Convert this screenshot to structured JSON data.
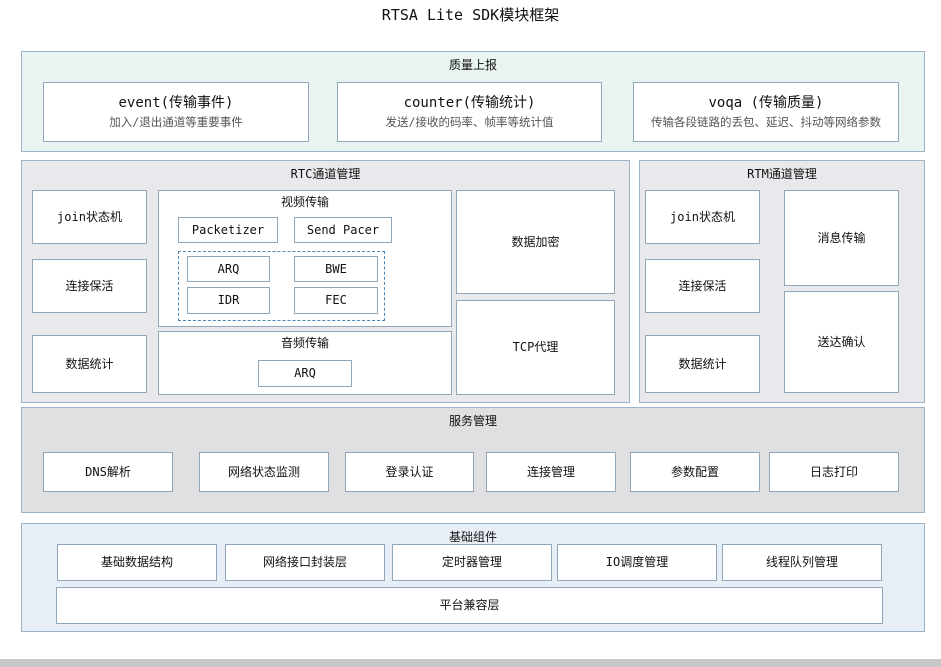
{
  "title": "RTSA Lite SDK模块框架",
  "quality": {
    "title": "质量上报",
    "items": [
      {
        "name": "event(传输事件)",
        "desc": "加入/退出通道等重要事件"
      },
      {
        "name": "counter(传输统计)",
        "desc": "发送/接收的码率、帧率等统计值"
      },
      {
        "name": "voqa (传输质量)",
        "desc": "传输各段链路的丢包、延迟、抖动等网络参数"
      }
    ]
  },
  "rtc": {
    "title": "RTC通道管理",
    "left": [
      "join状态机",
      "连接保活",
      "数据统计"
    ],
    "video": {
      "title": "视频传输",
      "top": [
        "Packetizer",
        "Send Pacer"
      ],
      "grid": [
        "ARQ",
        "BWE",
        "IDR",
        "FEC"
      ]
    },
    "audio": {
      "title": "音频传输",
      "item": "ARQ"
    },
    "right": [
      "数据加密",
      "TCP代理"
    ]
  },
  "rtm": {
    "title": "RTM通道管理",
    "left": [
      "join状态机",
      "连接保活",
      "数据统计"
    ],
    "right": [
      "消息传输",
      "送达确认"
    ]
  },
  "service": {
    "title": "服务管理",
    "items": [
      "DNS解析",
      "网络状态监测",
      "登录认证",
      "连接管理",
      "参数配置",
      "日志打印"
    ]
  },
  "base": {
    "title": "基础组件",
    "items": [
      "基础数据结构",
      "网络接口封装层",
      "定时器管理",
      "IO调度管理",
      "线程队列管理"
    ],
    "platform": "平台兼容层"
  }
}
